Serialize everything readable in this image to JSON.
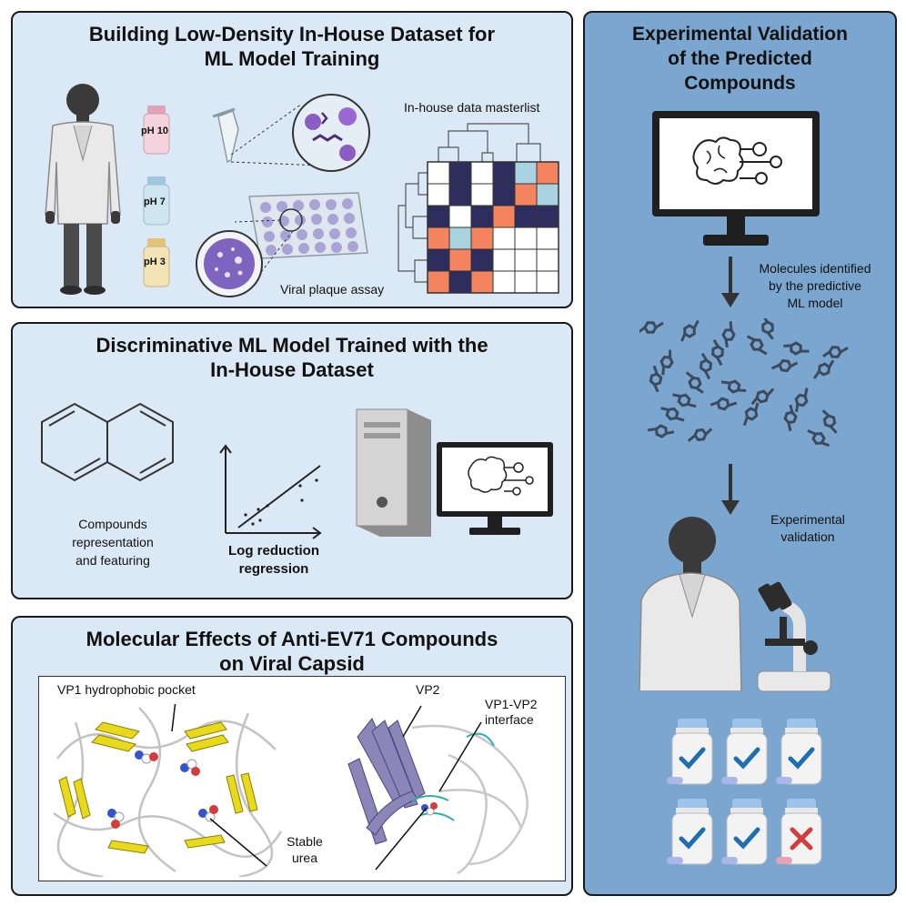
{
  "panels": {
    "building": {
      "title_line1": "Building Low-Density In-House Dataset for",
      "title_line2": "ML Model Training",
      "vial_labels": [
        "pH 10",
        "pH 7",
        "pH 3"
      ],
      "masterlist_label": "In-house data masterlist",
      "plaque_label": "Viral plaque assay"
    },
    "discriminative": {
      "title_line1": "Discriminative ML Model Trained with the",
      "title_line2": "In-House Dataset",
      "compounds_line1": "Compounds",
      "compounds_line2": "representation",
      "compounds_line3": "and featuring",
      "regression_line1": "Log reduction",
      "regression_line2": "regression"
    },
    "molecular": {
      "title_line1": "Molecular Effects of Anti-EV71 Compounds",
      "title_line2": "on Viral Capsid",
      "vp1_pocket": "VP1 hydrophobic pocket",
      "vp2": "VP2",
      "interface_line1": "VP1-VP2",
      "interface_line2": "interface",
      "stable_line1": "Stable",
      "stable_line2": "urea"
    },
    "validation": {
      "title_line1": "Experimental Validation",
      "title_line2": "of the Predicted",
      "title_line3": "Compounds",
      "molecules_line1": "Molecules identified",
      "molecules_line2": "by the predictive",
      "molecules_line3": "ML model",
      "experimental_line1": "Experimental",
      "experimental_line2": "validation"
    }
  },
  "colors": {
    "panel_light": "#dbe9f7",
    "panel_dark": "#7aa6cf",
    "matrix_navy": "#2e2e5e",
    "matrix_orange": "#f4845f",
    "matrix_lightblue": "#a9d3e0",
    "protein_yellow": "#e8d91a",
    "protein_purple": "#8c86b8",
    "check_blue": "#1f6fb0",
    "cross_red": "#d23c3c"
  },
  "matrix": [
    [
      "w",
      "n",
      "w",
      "n",
      "b",
      "o"
    ],
    [
      "w",
      "n",
      "w",
      "n",
      "o",
      "b"
    ],
    [
      "n",
      "w",
      "n",
      "o",
      "n",
      "n"
    ],
    [
      "o",
      "b",
      "o",
      "w",
      "w",
      "w"
    ],
    [
      "n",
      "o",
      "n",
      "w",
      "w",
      "w"
    ],
    [
      "o",
      "n",
      "o",
      "w",
      "w",
      "w"
    ]
  ],
  "bottles": [
    "check",
    "check",
    "check",
    "check",
    "check",
    "cross"
  ]
}
